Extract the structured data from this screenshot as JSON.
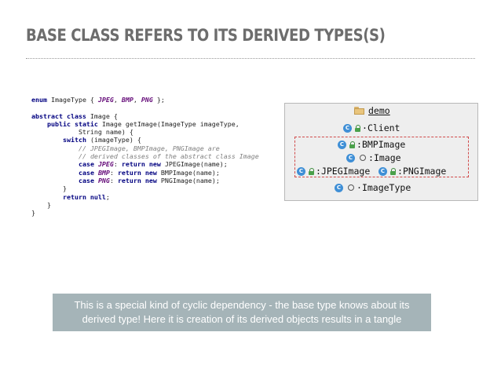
{
  "slide": {
    "title": "BASE CLASS REFERS TO ITS DERIVED TYPES(S)",
    "caption": "This is a special kind of cyclic dependency - the base type knows about its derived type! Here it is creation of its derived objects results in a tangle"
  },
  "code": {
    "lines": [
      [
        {
          "t": "enum",
          "c": "kw"
        },
        {
          "t": " ImageType { "
        },
        {
          "t": "JPEG",
          "c": "cst"
        },
        {
          "t": ", "
        },
        {
          "t": "BMP",
          "c": "cst"
        },
        {
          "t": ", "
        },
        {
          "t": "PNG",
          "c": "cst"
        },
        {
          "t": " };"
        }
      ],
      [],
      [
        {
          "t": "abstract class",
          "c": "kw"
        },
        {
          "t": " Image {"
        }
      ],
      [
        {
          "t": "    "
        },
        {
          "t": "public static",
          "c": "kw"
        },
        {
          "t": " Image getImage(ImageType imageType,"
        }
      ],
      [
        {
          "t": "            String name) {"
        }
      ],
      [
        {
          "t": "        "
        },
        {
          "t": "switch",
          "c": "kw"
        },
        {
          "t": " (imageType) {"
        }
      ],
      [
        {
          "t": "            "
        },
        {
          "t": "// JPEGImage, BMPImage, PNGImage are",
          "c": "cm"
        }
      ],
      [
        {
          "t": "            "
        },
        {
          "t": "// derived classes of the abstract class Image",
          "c": "cm"
        }
      ],
      [
        {
          "t": "            "
        },
        {
          "t": "case",
          "c": "kw"
        },
        {
          "t": " "
        },
        {
          "t": "JPEG",
          "c": "cst"
        },
        {
          "t": ": "
        },
        {
          "t": "return new",
          "c": "kw"
        },
        {
          "t": " JPEGImage(name);"
        }
      ],
      [
        {
          "t": "            "
        },
        {
          "t": "case",
          "c": "kw"
        },
        {
          "t": " "
        },
        {
          "t": "BMP",
          "c": "cst"
        },
        {
          "t": ": "
        },
        {
          "t": "return new",
          "c": "kw"
        },
        {
          "t": " BMPImage(name);"
        }
      ],
      [
        {
          "t": "            "
        },
        {
          "t": "case",
          "c": "kw"
        },
        {
          "t": " "
        },
        {
          "t": "PNG",
          "c": "cst"
        },
        {
          "t": ": "
        },
        {
          "t": "return new",
          "c": "kw"
        },
        {
          "t": " PNGImage(name);"
        }
      ],
      [
        {
          "t": "        }"
        }
      ],
      [
        {
          "t": "        "
        },
        {
          "t": "return null",
          "c": "kw"
        },
        {
          "t": ";"
        }
      ],
      [
        {
          "t": "    }"
        }
      ],
      [
        {
          "t": "}"
        }
      ]
    ]
  },
  "diagram": {
    "package": "demo",
    "icon_letter": "C",
    "client": "Client",
    "bmp": "BMPImage",
    "image": "Image",
    "jpeg": "JPEGImage",
    "png": "PNGImage",
    "imagetype": "ImageType",
    "prefix_hidden": "·",
    "prefix_public": ":"
  }
}
